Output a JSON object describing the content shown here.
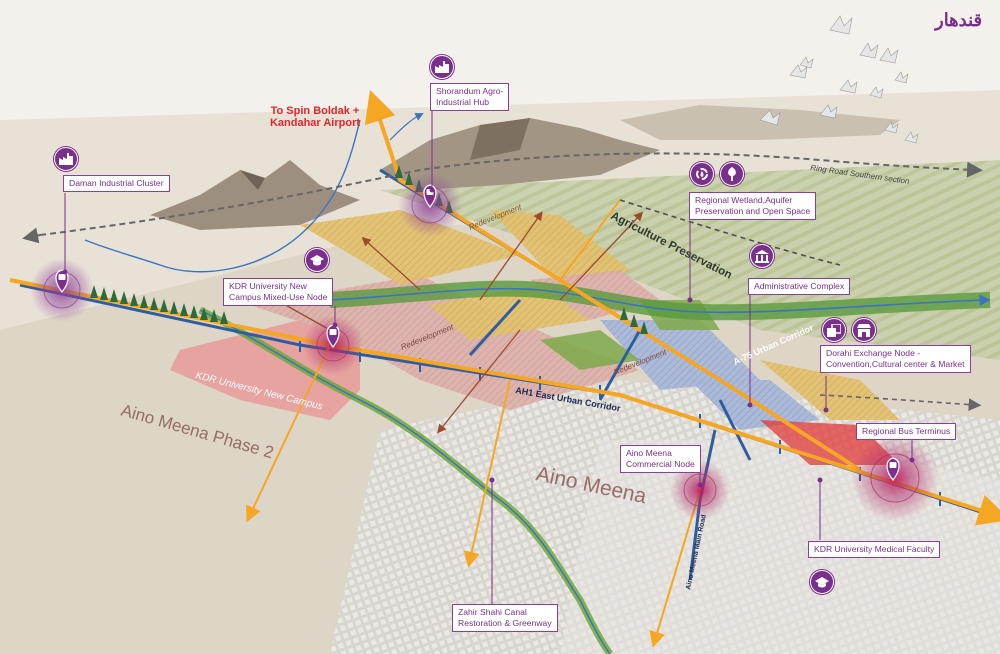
{
  "header": {
    "script_logo": "قندهار"
  },
  "directions": {
    "airport": "To Spin Boldak +\nKandahar Airport",
    "ring_road": "Ring Road Southern section"
  },
  "callouts": {
    "daman": "Daman Industrial Cluster",
    "shorandum": "Shorandum Agro-\nIndustrial Hub",
    "wetland": "Regional Wetland,Aquifer\nPreservation and Open Space",
    "admin": "Administrative Complex",
    "kdr_node": "KDR University New\nCampus Mixed-Use Node",
    "dorahi": "Dorahi Exchange Node -\nConvention,Cultural center & Market",
    "bus": "Regional Bus Terminus",
    "aino_node": "Aino Meena\nCommercial Node",
    "medical": "KDR University Medical Faculty",
    "zahir": "Zahir Shahi Canal\nRestoration & Greenway"
  },
  "map_labels": {
    "agriculture": "Agriculture Preservation",
    "a75": "A-75 Urban Corridor",
    "ah1": "AH1 East Urban Corridor",
    "kdr_campus": "KDR University New Campus",
    "aino_phase2": "Aino Meena Phase 2",
    "aino_meena": "Aino Meena",
    "main_road": "Aino Meena Main Road",
    "redev_1": "Redevelopment",
    "redev_2": "Redevelopment",
    "redev_3": "Redevelopment"
  },
  "colors": {
    "accent_purple": "#7b2f8c",
    "corridor_orange": "#f5a623",
    "road_blue": "#2f5e9e",
    "canal_green": "#6fa83a",
    "title_red": "#e0262e",
    "redevelop_pink": "#d9a7a2",
    "agri_yellow": "#d9b65a"
  },
  "icons": [
    "factory-icon",
    "factory-icon",
    "bus-icon",
    "bus-icon",
    "bus-icon",
    "graduation-cap-icon",
    "graduation-cap-icon",
    "wetland-cycle-icon",
    "tree-icon",
    "government-building-icon",
    "exchange-icon",
    "market-stall-icon"
  ]
}
